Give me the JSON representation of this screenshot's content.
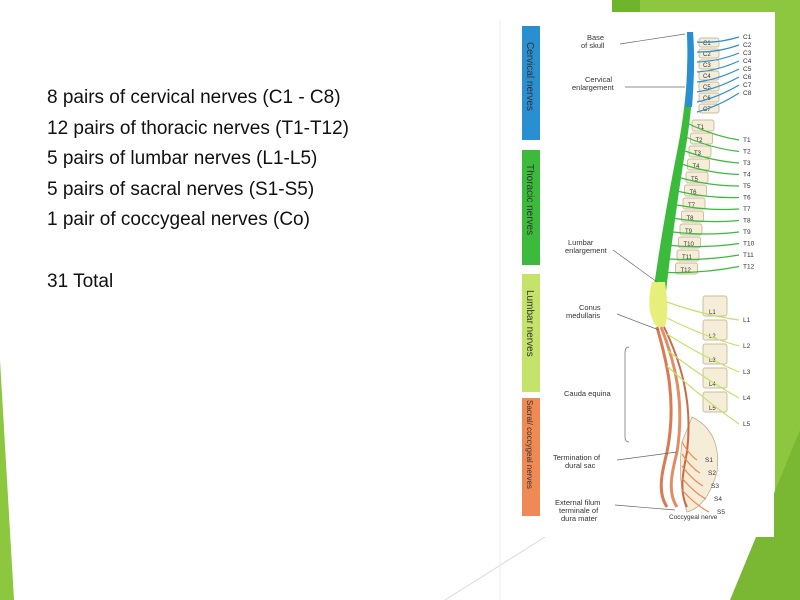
{
  "slide": {
    "lines": [
      "8 pairs of cervical nerves (C1 - C8)",
      "12 pairs of thoracic nerves (T1-T12)",
      "5 pairs of lumbar nerves (L1-L5)",
      "5 pairs of sacral nerves (S1-S5)",
      "1 pair of coccygeal nerves (Co)"
    ],
    "total": "31 Total"
  },
  "figure": {
    "bars": [
      {
        "label": "Cervical nerves",
        "color": "#2a8fd0"
      },
      {
        "label": "Thoracic nerves",
        "color": "#3cba3c"
      },
      {
        "label": "Lumbar nerves",
        "color": "#c5e26a"
      },
      {
        "label": "Sacral/ coccygeal nerves",
        "color": "#f08a55"
      }
    ],
    "left_labels": {
      "base_of_skull": [
        "Base",
        "of skull"
      ],
      "cervical_enlargement": [
        "Cervical",
        "enlargement"
      ],
      "lumbar_enlargement": [
        "Lumbar",
        "enlargement"
      ],
      "conus_medullaris": [
        "Conus",
        "medullaris"
      ],
      "cauda_equina": [
        "Cauda equina"
      ],
      "termination_dural_sac": [
        "Termination of",
        "dural sac"
      ],
      "external_filum": [
        "External filum",
        "terminale of",
        "dura mater"
      ]
    },
    "vertebra_labels": [
      "C1",
      "C2",
      "C3",
      "C4",
      "C5",
      "C6",
      "C7",
      "T1",
      "T2",
      "T3",
      "T4",
      "T5",
      "T6",
      "T7",
      "T8",
      "T9",
      "T10",
      "T11",
      "T12",
      "L1",
      "L2",
      "L3",
      "L4",
      "L5"
    ],
    "nerve_labels": [
      "C1",
      "C2",
      "C3",
      "C4",
      "C5",
      "C6",
      "C7",
      "C8",
      "T1",
      "T2",
      "T3",
      "T4",
      "T5",
      "T6",
      "T7",
      "T8",
      "T9",
      "T10",
      "T11",
      "T12",
      "L1",
      "L2",
      "L3",
      "L4",
      "L5",
      "S1",
      "S2",
      "S3",
      "S4",
      "S5"
    ],
    "coccygeal_label": "Coccygeal nerve",
    "colors": {
      "cervical": "#2a8fd0",
      "thoracic": "#3cba3c",
      "lumbar": "#c5e26a",
      "sacral": "#f08a55",
      "accent_green": "#8dc63f"
    }
  }
}
